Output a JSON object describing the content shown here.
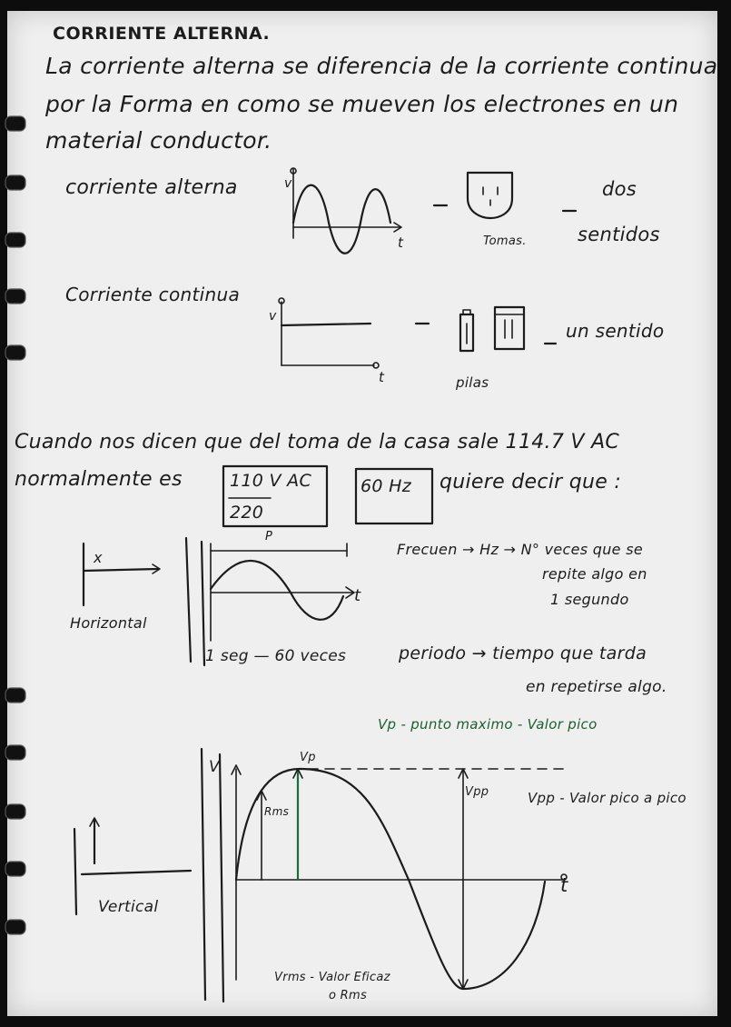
{
  "title": "CORRIENTE ALTERNA.",
  "intro": {
    "line1": "La corriente alterna se diferencia de la corriente continua",
    "line2": "por la Forma en como se mueven los electrones en un",
    "line3": "material conductor."
  },
  "ac_row": {
    "label": "corriente alterna",
    "axis_v": "v",
    "axis_t": "t",
    "outlet_caption": "Tomas.",
    "direction_line1": "dos",
    "direction_line2": "sentidos"
  },
  "dc_row": {
    "label": "Corriente continua",
    "axis_v": "v",
    "axis_t": "t",
    "battery_caption": "pilas",
    "direction": "un sentido"
  },
  "paragraph": {
    "line1": "Cuando nos dicen que del toma de la casa sale 114.7 V AC",
    "line2_a": "normalmente es",
    "box1_top": "110 V AC",
    "box1_bottom": "220",
    "box2": "60 Hz",
    "line2_b": "quiere decir que :"
  },
  "section2": {
    "axis_x": "x",
    "horizontal_label": "Horizontal",
    "period_marker": "P",
    "axis_t": "t",
    "freq_line1": "Frecuen → Hz → N° veces que se",
    "freq_line2": "repite algo en",
    "freq_line3": "1 segundo",
    "sec_line": "1 seg  —  60 veces",
    "period_line1": "periodo →  tiempo que tarda",
    "period_line2": "en repetirse algo."
  },
  "section3": {
    "vp_note": "Vp - punto maximo - Valor pico",
    "axis_v": "V",
    "vp_label": "Vp",
    "rms_label": "Rms",
    "vpp_label": "Vpp",
    "vpp_note": "Vpp - Valor pico a pico",
    "axis_t": "t",
    "vertical_label": "Vertical",
    "rms_note_line1": "Vrms - Valor Eficaz",
    "rms_note_line2": "o Rms"
  }
}
